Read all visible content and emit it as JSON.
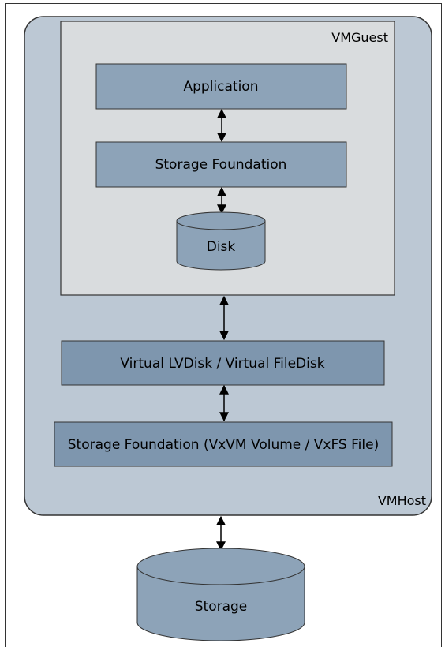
{
  "host": {
    "label": "VMHost"
  },
  "guest": {
    "label": "VMGuest",
    "application": "Application",
    "storage_foundation": "Storage Foundation",
    "disk": "Disk"
  },
  "virtual_disk": "Virtual LVDisk / Virtual FileDisk",
  "host_storage_foundation": "Storage Foundation (VxVM Volume / VxFS File)",
  "storage": "Storage",
  "colors": {
    "host_fill": "#BCC8D4",
    "guest_fill": "#D9DCDE",
    "box_fill": "#8DA3B8",
    "box_fill_dark": "#7E96AE",
    "stroke": "#333333"
  }
}
